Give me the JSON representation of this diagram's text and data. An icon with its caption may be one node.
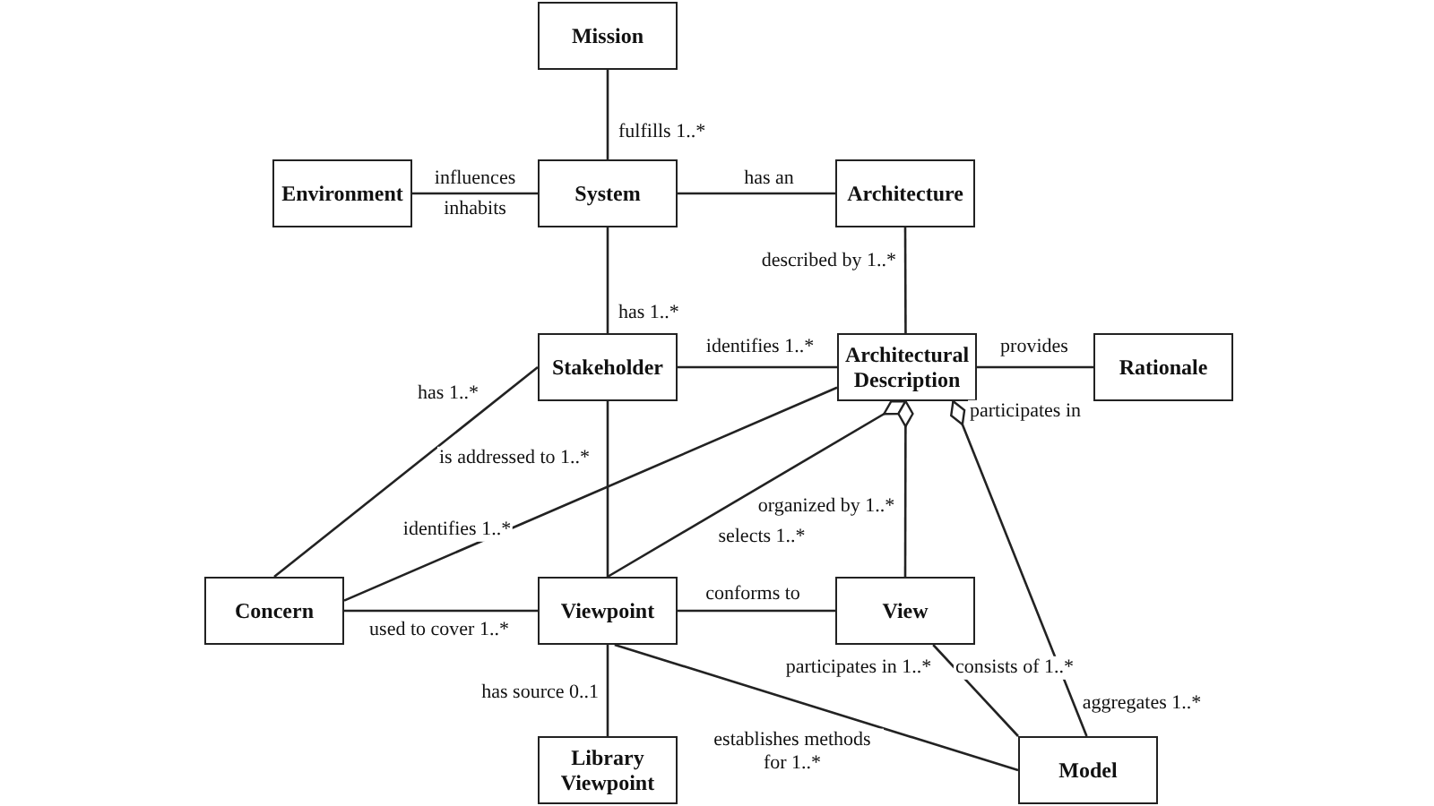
{
  "diagram": {
    "nodes": [
      {
        "text": [
          "Mission"
        ]
      },
      {
        "text": [
          "Environment"
        ]
      },
      {
        "text": [
          "System"
        ]
      },
      {
        "text": [
          "Architecture"
        ]
      },
      {
        "text": [
          "Stakeholder"
        ]
      },
      {
        "text": [
          "Architectural Description"
        ]
      },
      {
        "text": [
          "Rationale"
        ]
      },
      {
        "text": [
          "Concern"
        ]
      },
      {
        "text": [
          "Viewpoint"
        ]
      },
      {
        "text": [
          "View"
        ]
      },
      {
        "text": [
          "Library Viewpoint"
        ]
      },
      {
        "text": [
          "Model"
        ]
      }
    ],
    "edges": [
      {
        "from": 2,
        "to": 0,
        "arrow": "none",
        "label": "fulfills 1..*"
      },
      {
        "from": 1,
        "to": 2,
        "arrow": "none",
        "label": "influences"
      },
      {
        "from": 2,
        "to": 3,
        "arrow": "none",
        "label": "has an"
      },
      {
        "from": 3,
        "to": 5,
        "arrow": "none",
        "label": "described by 1..*"
      },
      {
        "from": 2,
        "to": 4,
        "arrow": "none",
        "label": "has 1..*"
      },
      {
        "from": 4,
        "to": 5,
        "arrow": "none",
        "label": "identifies 1..*"
      },
      {
        "from": 5,
        "to": 6,
        "arrow": "none",
        "label": "provides"
      },
      {
        "from": 4,
        "to": 7,
        "arrow": "none",
        "label": "has 1..*"
      },
      {
        "from": 5,
        "to": 7,
        "arrow": "none",
        "label": "identifies 1..*"
      },
      {
        "from": 4,
        "to": 8,
        "arrow": "none",
        "label": "is addressed to 1..*"
      },
      {
        "from": 5,
        "to": 8,
        "arrow": "other",
        "label": "selects 1..*"
      },
      {
        "from": 5,
        "to": 9,
        "arrow": "other",
        "label": "organized by 1..*"
      },
      {
        "from": 5,
        "to": 11,
        "arrow": "other",
        "label": "aggregates 1..*"
      },
      {
        "from": 7,
        "to": 8,
        "arrow": "none",
        "label": "used to cover 1..*"
      },
      {
        "from": 8,
        "to": 9,
        "arrow": "none",
        "label": "conforms to"
      },
      {
        "from": 8,
        "to": 10,
        "arrow": "none",
        "label": "has source 0..1"
      },
      {
        "from": 8,
        "to": 11,
        "arrow": "none",
        "label": "establishes methods for 1..*"
      },
      {
        "from": 9,
        "to": 11,
        "arrow": "none",
        "label": "consists of 1..*"
      }
    ],
    "labels": [
      "inhabits",
      "participates in",
      "participates in 1..*"
    ]
  }
}
